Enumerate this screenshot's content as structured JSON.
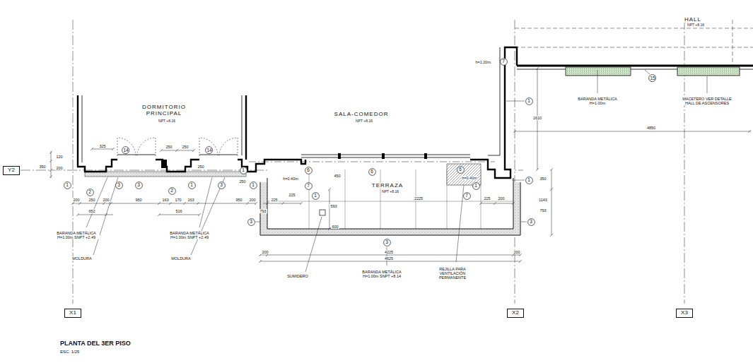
{
  "diagram": {
    "title": "PLANTA DEL 3ER PISO",
    "caption": "ESC. 1/25",
    "nodes": [
      {
        "text": [
          "Y2"
        ]
      },
      {
        "text": [
          "X1"
        ]
      },
      {
        "text": [
          "X2"
        ]
      },
      {
        "text": [
          "X3"
        ]
      },
      {
        "text": [
          "1"
        ]
      },
      {
        "text": [
          "2"
        ]
      },
      {
        "text": [
          "3"
        ]
      },
      {
        "text": [
          "3"
        ]
      },
      {
        "text": [
          "14"
        ]
      },
      {
        "text": [
          "14"
        ]
      },
      {
        "text": [
          "2"
        ]
      },
      {
        "text": [
          "1"
        ]
      },
      {
        "text": [
          "3"
        ]
      },
      {
        "text": [
          "1"
        ]
      },
      {
        "text": [
          "1"
        ]
      },
      {
        "text": [
          "6"
        ]
      },
      {
        "text": [
          "7"
        ]
      },
      {
        "text": [
          "1"
        ]
      },
      {
        "text": [
          "6"
        ]
      },
      {
        "text": [
          "6"
        ]
      },
      {
        "text": [
          "1"
        ]
      },
      {
        "text": [
          "7"
        ]
      },
      {
        "text": [
          "1"
        ]
      },
      {
        "text": [
          "1"
        ]
      },
      {
        "text": [
          "3"
        ]
      },
      {
        "text": [
          "3"
        ]
      },
      {
        "text": [
          "3"
        ]
      },
      {
        "text": [
          "15"
        ]
      },
      {
        "text": [
          "7"
        ]
      }
    ],
    "labels": [
      "DORMITORIO PRINCIPAL",
      "NPT +8.16",
      "SALA-COMEDOR",
      "NPT +8.16",
      "TERRAZA",
      "NPT +8.16",
      "HALL",
      "NPT +8.16",
      "h=1.20m.",
      "1610",
      "4850",
      "BARANDA METÁLICA H=1.00m",
      "MACETERO VER DETALLE HALL DE ASCENSORES",
      "120",
      "350",
      "200",
      "325",
      "250",
      "250",
      "250",
      "200",
      "250",
      "200",
      "652",
      "950",
      "163",
      "170",
      "163",
      "516",
      "950",
      "250",
      "200",
      "225",
      "225",
      "450",
      "593",
      "2225",
      "793",
      "600",
      "200",
      "4225",
      "4625",
      "200",
      "225",
      "200",
      "350",
      "1143",
      "793",
      "h=0.40m",
      "h=0.40m",
      "BARANDA METÁLICA H=1.00m SNPT +2.49",
      "MOLDURA",
      "BARANDA METÁLICA H=1.00m SNPT +2.49",
      "MOLDURA",
      "SUMIDERO",
      "BARANDA METÁLICA H=1.00m SNPT +8.14",
      "REJILLA PARA VENTILACIÓN PERMANENTE"
    ]
  }
}
